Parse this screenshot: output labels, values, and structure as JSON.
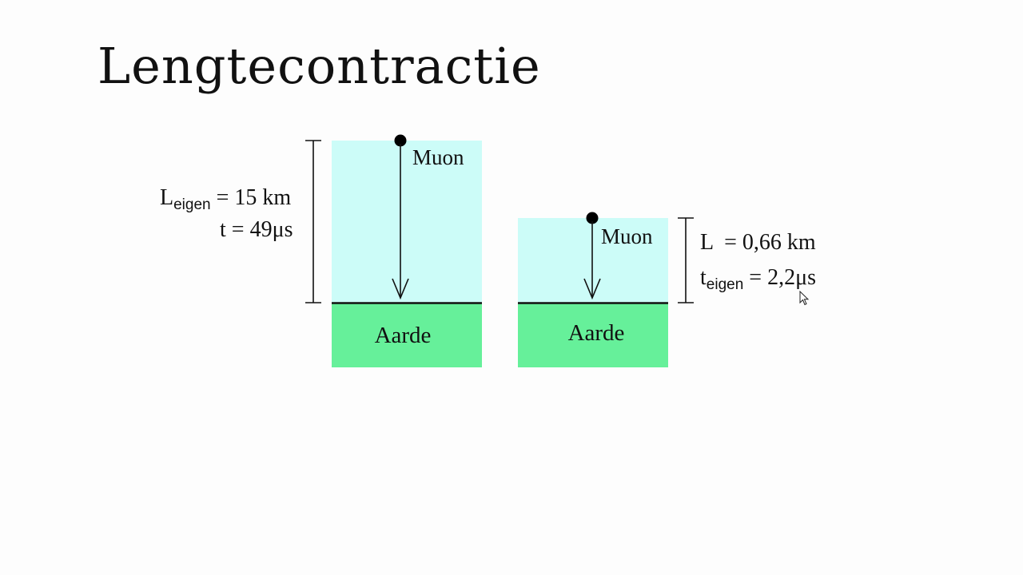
{
  "slide": {
    "title": "Lengtecontractie"
  },
  "left_panel": {
    "object_label": "Muon",
    "ground_label": "Aarde",
    "length": {
      "symbol": "L",
      "subscript": "eigen",
      "value": "= 15 km"
    },
    "time": {
      "text": "t = 49μs"
    }
  },
  "right_panel": {
    "object_label": "Muon",
    "ground_label": "Aarde",
    "length": {
      "text": "L  = 0,66 km"
    },
    "time": {
      "symbol": "t",
      "subscript": "eigen",
      "value": "= 2,2μs"
    }
  },
  "colors": {
    "sky": "#ccfcf8",
    "earth": "#66f09a"
  },
  "icons": {
    "cursor": "mouse-pointer-icon"
  }
}
